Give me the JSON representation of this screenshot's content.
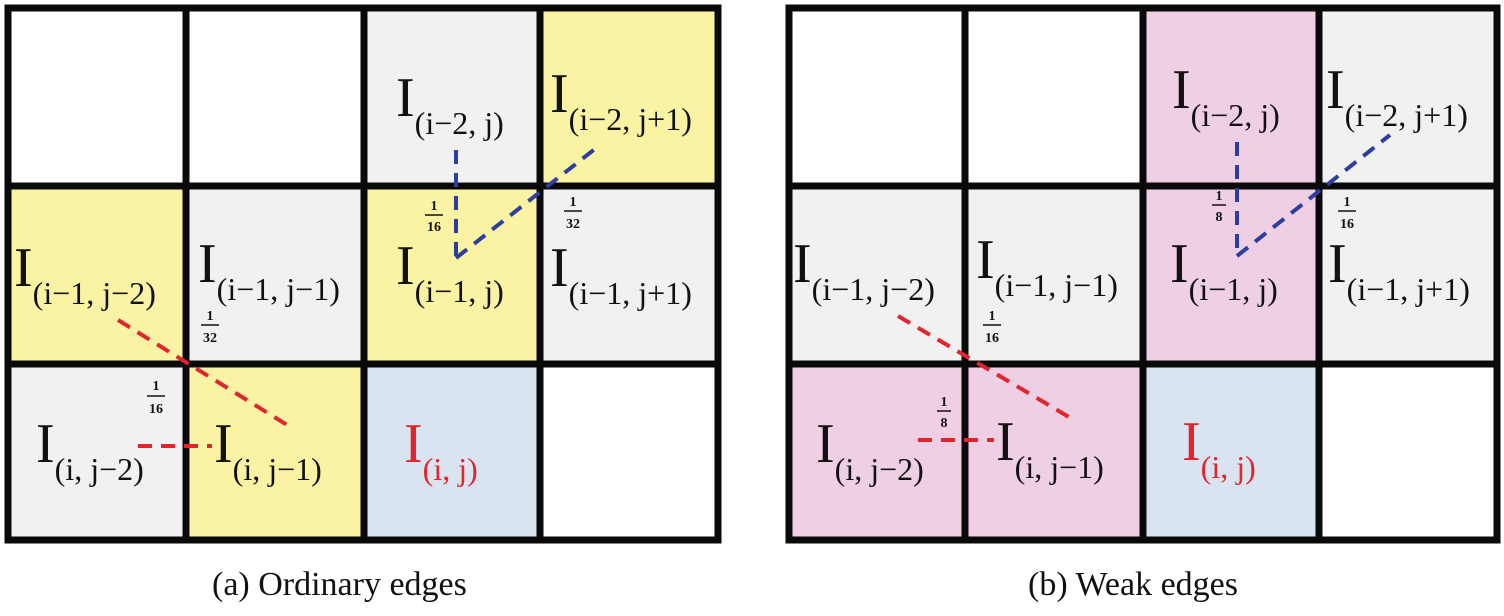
{
  "colors": {
    "white": "#ffffff",
    "gray": "#f1f1f1",
    "yellow": "#faf3a4",
    "pink": "#efcfe3",
    "blue": "#dae3f0",
    "red": "#e0262c",
    "navy": "#2e3e9e",
    "border": "#0a0a0a"
  },
  "panels": [
    {
      "caption": "(a) Ordinary edges",
      "cells": [
        [
          "white",
          "white",
          "gray",
          "yellow"
        ],
        [
          "yellow",
          "gray",
          "yellow",
          "gray"
        ],
        [
          "gray",
          "yellow",
          "blue",
          "white"
        ]
      ],
      "labels": {
        "i_m2_j": {
          "main": "I",
          "sub": "(i−2, j)"
        },
        "i_m2_jp1": {
          "main": "I",
          "sub": "(i−2, j+1)"
        },
        "i_m1_jm2": {
          "main": "I",
          "sub": "(i−1, j−2)"
        },
        "i_m1_jm1": {
          "main": "I",
          "sub": "(i−1, j−1)"
        },
        "i_m1_j": {
          "main": "I",
          "sub": "(i−1, j)"
        },
        "i_m1_jp1": {
          "main": "I",
          "sub": "(i−1, j+1)"
        },
        "i_jm2": {
          "main": "I",
          "sub": "(i, j−2)"
        },
        "i_jm1": {
          "main": "I",
          "sub": "(i, j−1)"
        },
        "i_j": {
          "main": "I",
          "sub": "(i, j)"
        }
      },
      "weights": {
        "top_vertical": {
          "num": "1",
          "den": "16"
        },
        "top_diagonal": {
          "num": "1",
          "den": "32"
        },
        "mid_diagonal": {
          "num": "1",
          "den": "32"
        },
        "left_horizontal": {
          "num": "1",
          "den": "16"
        }
      }
    },
    {
      "caption": "(b) Weak edges",
      "cells": [
        [
          "white",
          "white",
          "pink",
          "gray"
        ],
        [
          "gray",
          "gray",
          "pink",
          "gray"
        ],
        [
          "pink",
          "pink",
          "blue",
          "white"
        ]
      ],
      "labels": {
        "i_m2_j": {
          "main": "I",
          "sub": "(i−2, j)"
        },
        "i_m2_jp1": {
          "main": "I",
          "sub": "(i−2, j+1)"
        },
        "i_m1_jm2": {
          "main": "I",
          "sub": "(i−1, j−2)"
        },
        "i_m1_jm1": {
          "main": "I",
          "sub": "(i−1, j−1)"
        },
        "i_m1_j": {
          "main": "I",
          "sub": "(i−1, j)"
        },
        "i_m1_jp1": {
          "main": "I",
          "sub": "(i−1, j+1)"
        },
        "i_jm2": {
          "main": "I",
          "sub": "(i, j−2)"
        },
        "i_jm1": {
          "main": "I",
          "sub": "(i, j−1)"
        },
        "i_j": {
          "main": "I",
          "sub": "(i, j)"
        }
      },
      "weights": {
        "top_vertical": {
          "num": "1",
          "den": "8"
        },
        "top_diagonal": {
          "num": "1",
          "den": "16"
        },
        "mid_diagonal": {
          "num": "1",
          "den": "16"
        },
        "left_horizontal": {
          "num": "1",
          "den": "8"
        }
      }
    }
  ]
}
